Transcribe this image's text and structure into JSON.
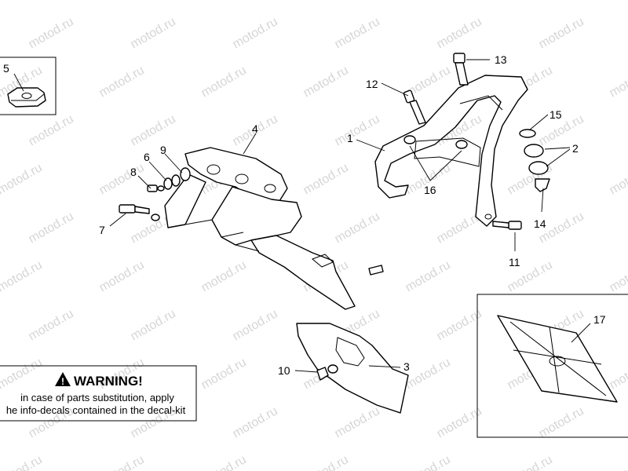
{
  "watermark": {
    "text": "motod.ru"
  },
  "callouts": {
    "c1": "1",
    "c2": "2",
    "c3": "3",
    "c4": "4",
    "c5": "5",
    "c6": "6",
    "c7": "7",
    "c8": "8",
    "c9": "9",
    "c10": "10",
    "c11": "11",
    "c12": "12",
    "c13": "13",
    "c14": "14",
    "c15": "15",
    "c16": "16",
    "c17": "17"
  },
  "warning": {
    "title": "WARNING!",
    "line1": "in case of parts substitution, apply",
    "line2": "he info-decals contained in the decal-kit"
  }
}
